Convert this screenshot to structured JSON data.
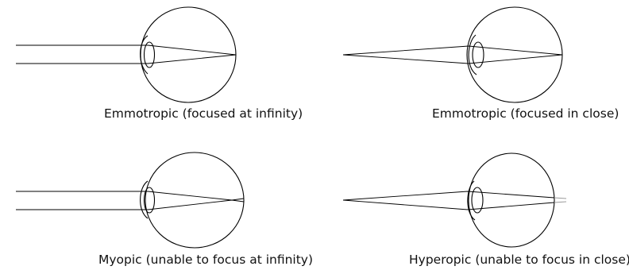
{
  "panels": {
    "emmetropic_infinity": {
      "caption": "Emmotropic (focused at infinity)"
    },
    "emmetropic_close": {
      "caption": "Emmotropic (focused in close)"
    },
    "myopic": {
      "caption": "Myopic (unable to focus at infinity)"
    },
    "hyperopic": {
      "caption": "Hyperopic (unable to focus in close)"
    }
  },
  "colors": {
    "line": "#000000",
    "out_of_focus_ray": "#9a9a9a",
    "background": "#ffffff"
  }
}
